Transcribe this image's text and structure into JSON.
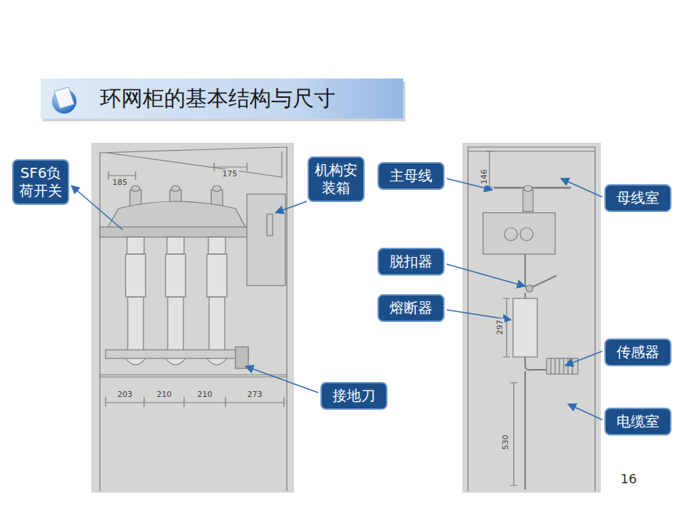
{
  "diagram": {
    "title": "环网柜的基本结构与尺寸",
    "nodes": [
      {
        "text": [
          "SF6负荷开关"
        ]
      },
      {
        "text": [
          "机构安装箱"
        ]
      },
      {
        "text": [
          "主母线"
        ]
      },
      {
        "text": [
          "母线室"
        ]
      },
      {
        "text": [
          "脱扣器"
        ]
      },
      {
        "text": [
          "熔断器"
        ]
      },
      {
        "text": [
          "传感器"
        ]
      },
      {
        "text": [
          "接地刀"
        ]
      },
      {
        "text": [
          "电缆室"
        ]
      }
    ],
    "labels": [
      "185",
      "175",
      "203",
      "210",
      "210",
      "273",
      "146",
      "297",
      "530",
      "16"
    ]
  }
}
